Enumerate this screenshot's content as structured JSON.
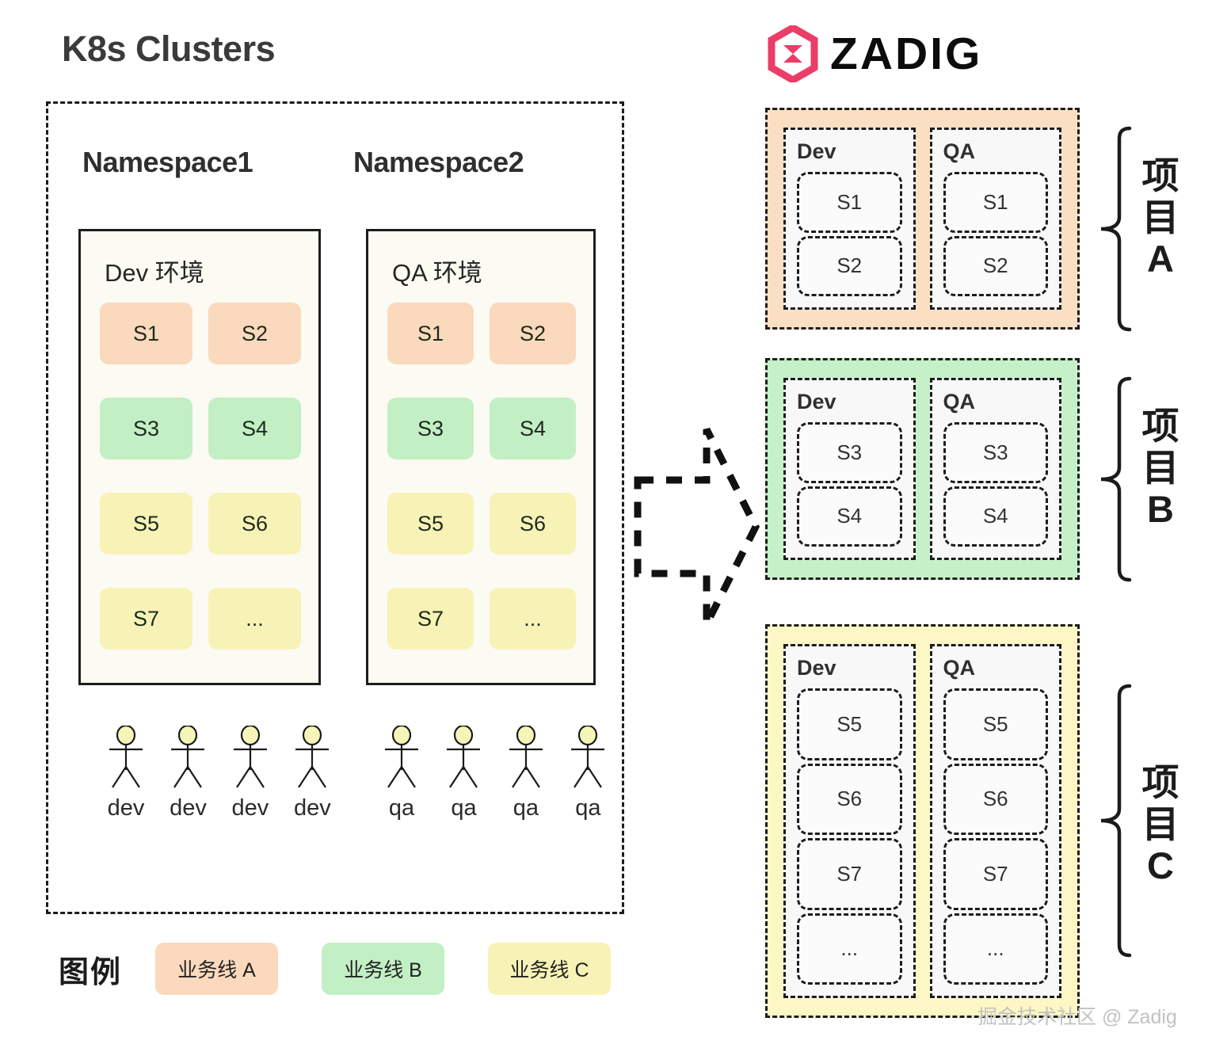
{
  "left": {
    "title": "K8s Clusters",
    "namespaces": [
      {
        "name": "Namespace1",
        "env_label": "Dev 环境",
        "services": [
          {
            "label": "S1",
            "line": "A"
          },
          {
            "label": "S2",
            "line": "A"
          },
          {
            "label": "S3",
            "line": "B"
          },
          {
            "label": "S4",
            "line": "B"
          },
          {
            "label": "S5",
            "line": "C"
          },
          {
            "label": "S6",
            "line": "C"
          },
          {
            "label": "S7",
            "line": "C"
          },
          {
            "label": "...",
            "line": "C"
          }
        ],
        "people": [
          {
            "label": "dev"
          },
          {
            "label": "dev"
          },
          {
            "label": "dev"
          },
          {
            "label": "dev"
          }
        ]
      },
      {
        "name": "Namespace2",
        "env_label": "QA 环境",
        "services": [
          {
            "label": "S1",
            "line": "A"
          },
          {
            "label": "S2",
            "line": "A"
          },
          {
            "label": "S3",
            "line": "B"
          },
          {
            "label": "S4",
            "line": "B"
          },
          {
            "label": "S5",
            "line": "C"
          },
          {
            "label": "S6",
            "line": "C"
          },
          {
            "label": "S7",
            "line": "C"
          },
          {
            "label": "...",
            "line": "C"
          }
        ],
        "people": [
          {
            "label": "qa"
          },
          {
            "label": "qa"
          },
          {
            "label": "qa"
          },
          {
            "label": "qa"
          }
        ]
      }
    ],
    "legend": {
      "title": "图例",
      "items": [
        {
          "label": "业务线 A",
          "color": "#fad9bc"
        },
        {
          "label": "业务线 B",
          "color": "#c3efc5"
        },
        {
          "label": "业务线 C",
          "color": "#f7f3b6"
        }
      ]
    }
  },
  "arrow": {
    "name": "transform-arrow",
    "direction": "right",
    "style": "dashed"
  },
  "right": {
    "brand": "ZADIG",
    "brand_color": "#ea3d67",
    "projects": [
      {
        "label": "项目 A",
        "label_lines": [
          "项",
          "目",
          "A"
        ],
        "color": "#fbdfc3",
        "envs": [
          {
            "name": "Dev",
            "services": [
              "S1",
              "S2"
            ]
          },
          {
            "name": "QA",
            "services": [
              "S1",
              "S2"
            ]
          }
        ]
      },
      {
        "label": "项目 B",
        "label_lines": [
          "项",
          "目",
          "B"
        ],
        "color": "#c6f0c8",
        "envs": [
          {
            "name": "Dev",
            "services": [
              "S3",
              "S4"
            ]
          },
          {
            "name": "QA",
            "services": [
              "S3",
              "S4"
            ]
          }
        ]
      },
      {
        "label": "项目 C",
        "label_lines": [
          "项",
          "目",
          "C"
        ],
        "color": "#fcf7c4",
        "envs": [
          {
            "name": "Dev",
            "services": [
              "S5",
              "S6",
              "S7",
              "..."
            ]
          },
          {
            "name": "QA",
            "services": [
              "S5",
              "S6",
              "S7",
              "..."
            ]
          }
        ]
      }
    ]
  },
  "watermark": "掘金技术社区 @ Zadig"
}
